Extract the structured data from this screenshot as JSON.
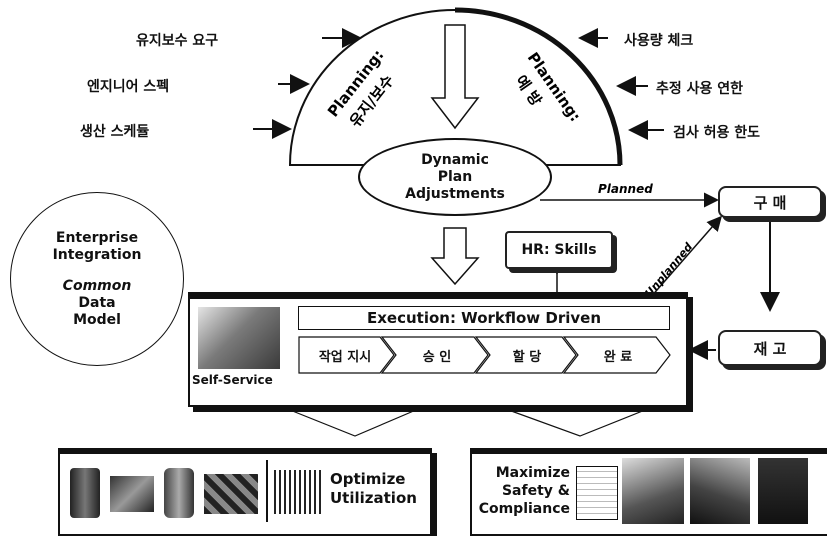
{
  "inputs_left": [
    "유지보수 요구",
    "엔지니어 스펙",
    "생산 스케듈"
  ],
  "inputs_right": [
    "사용량 체크",
    "추정 사용 연한",
    "검사 허용 한도"
  ],
  "planning_left": "Planning:",
  "planning_left_sub": "유지/보수",
  "planning_right": "Planning:",
  "planning_right_sub": "예 방",
  "dynamic": [
    "Dynamic",
    "Plan",
    "Adjustments"
  ],
  "planned_label": "Planned",
  "unplanned_label": "Unplanned",
  "purchase": "구 매",
  "inventory": "재 고",
  "hr": "HR: Skills",
  "enterprise": [
    "Enterprise",
    "Integration"
  ],
  "common": [
    "Common",
    "Data",
    "Model"
  ],
  "execution_title": "Execution: Workflow Driven",
  "steps": [
    "작업 지시",
    "승 인",
    "할 당",
    "완 료"
  ],
  "self_service": "Self-Service",
  "optimize": [
    "Optimize",
    "Utilization"
  ],
  "maximize": [
    "Maximize",
    "Safety &",
    "Compliance"
  ],
  "colors": {
    "ink": "#111111",
    "paper": "#ffffff",
    "shade": "#9a9a9a"
  }
}
